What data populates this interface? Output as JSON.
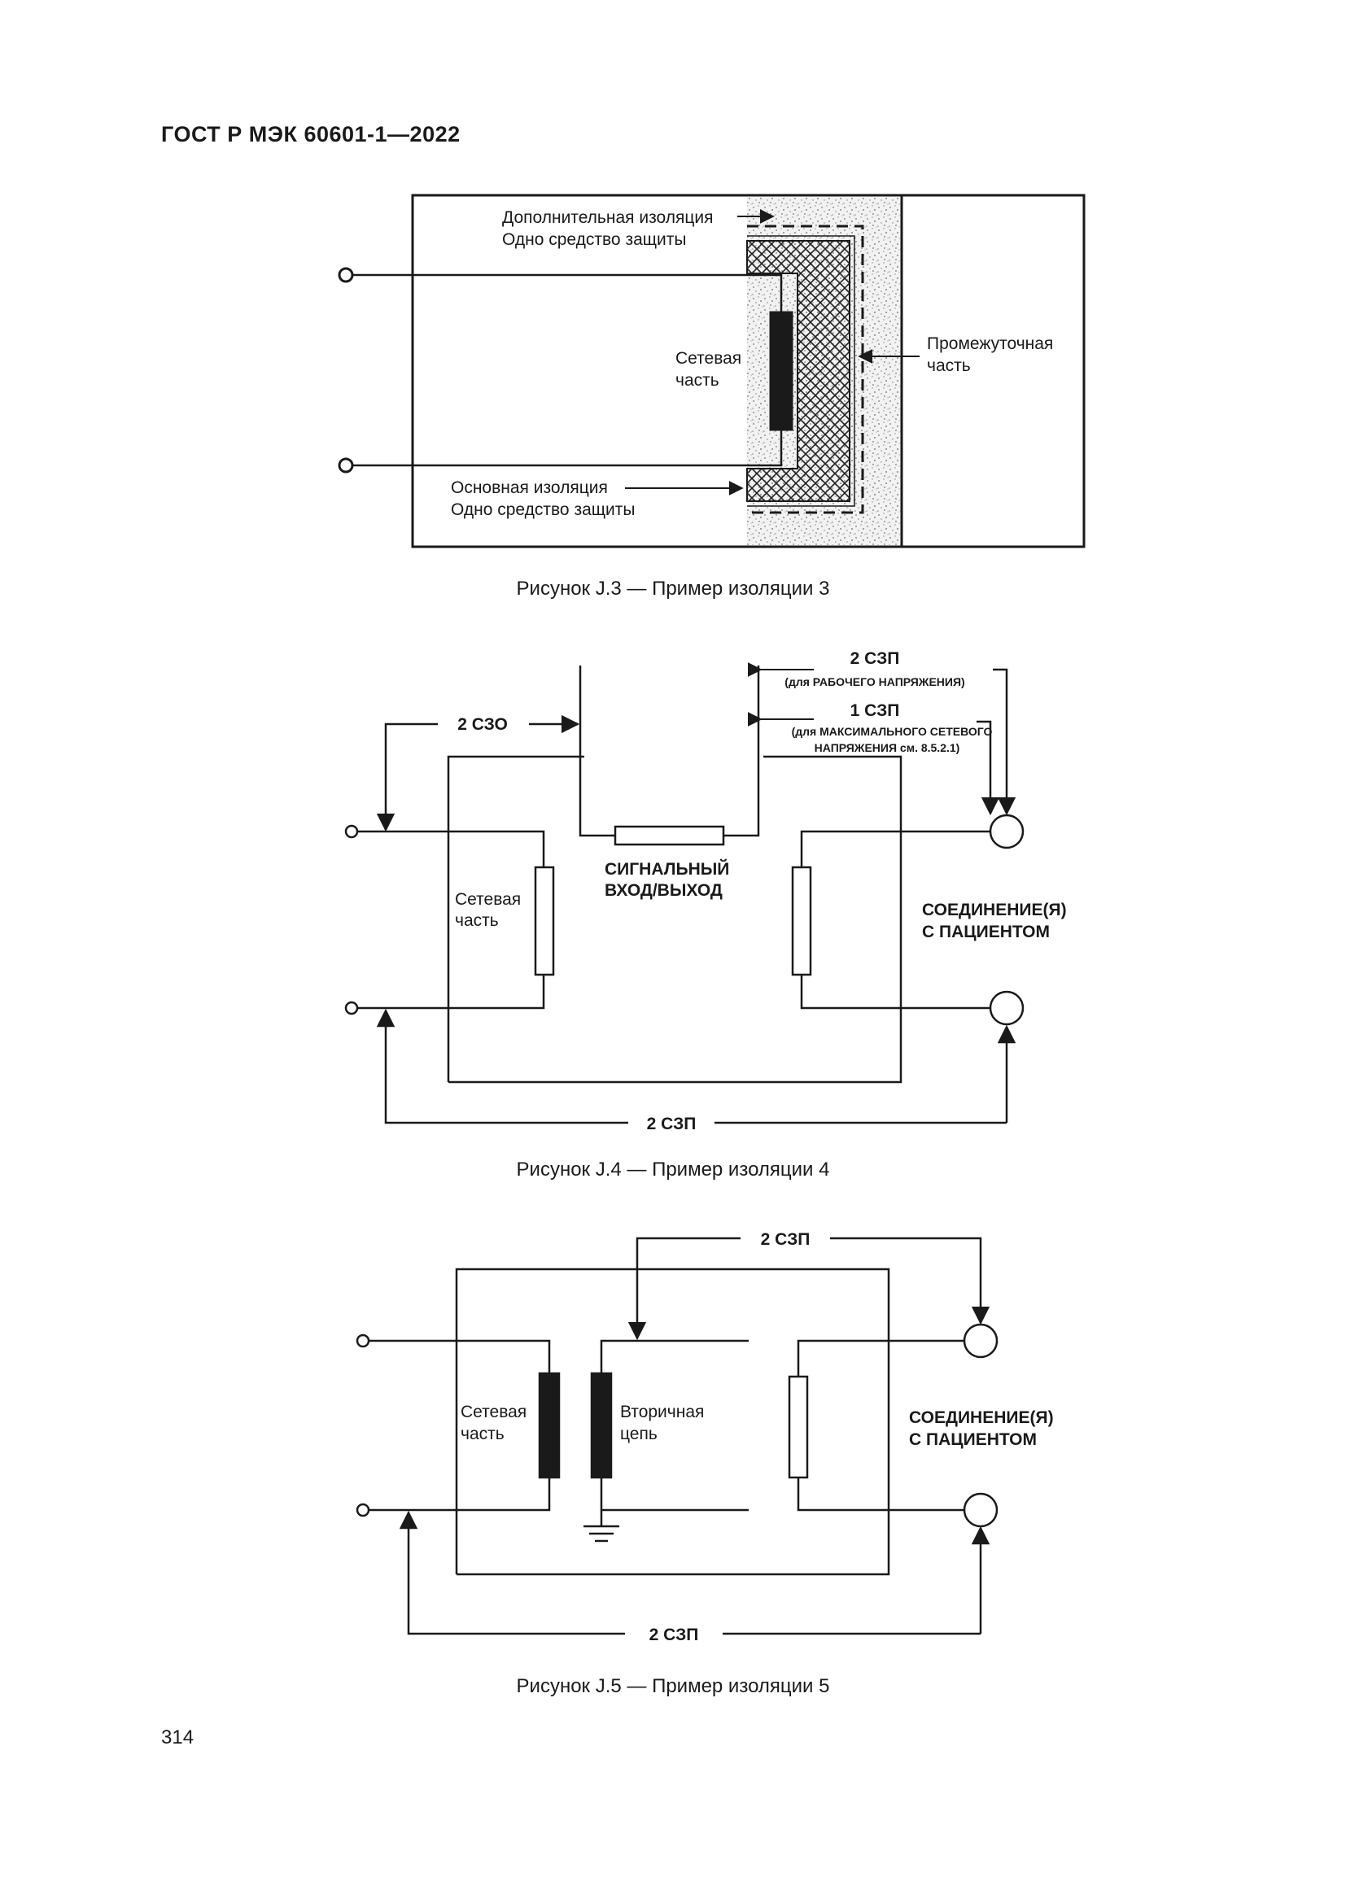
{
  "header": {
    "standard": "ГОСТ Р МЭК 60601-1—2022"
  },
  "figure_j3": {
    "supplementary_insulation": "Дополнительная изоляция",
    "supplementary_mop": "Одно средство защиты",
    "mains_part_line1": "Сетевая",
    "mains_part_line2": "часть",
    "intermediate_part_line1": "Промежуточная",
    "intermediate_part_line2": "часть",
    "basic_insulation": "Основная изоляция",
    "basic_mop": "Одно средство защиты",
    "caption": "Рисунок J.3 — Пример изоляции 3"
  },
  "figure_j4": {
    "mopp_working": "2 СЗП",
    "mopp_working_note": "(для РАБОЧЕГО НАПРЯЖЕНИЯ)",
    "mopp_mains": "1 СЗП",
    "mopp_mains_note_line1": "(для МАКСИМАЛЬНОГО СЕТЕВОГО",
    "mopp_mains_note_line2": "НАПРЯЖЕНИЯ см. 8.5.2.1)",
    "mooo": "2 СЗО",
    "signal_line1": "СИГНАЛЬНЫЙ",
    "signal_line2": "ВХОД/ВЫХОД",
    "mains_part_line1": "Сетевая",
    "mains_part_line2": "часть",
    "patient_line1": "СОЕДИНЕНИЕ(Я)",
    "patient_line2": "С ПАЦИЕНТОМ",
    "bottom_mopp": "2 СЗП",
    "caption": "Рисунок J.4 — Пример изоляции 4"
  },
  "figure_j5": {
    "top_mopp": "2 СЗП",
    "mains_part_line1": "Сетевая",
    "mains_part_line2": "часть",
    "secondary_line1": "Вторичная",
    "secondary_line2": "цепь",
    "patient_line1": "СОЕДИНЕНИЕ(Я)",
    "patient_line2": "С ПАЦИЕНТОМ",
    "bottom_mopp": "2 СЗП",
    "caption": "Рисунок J.5 — Пример изоляции 5"
  },
  "page_number": "314"
}
